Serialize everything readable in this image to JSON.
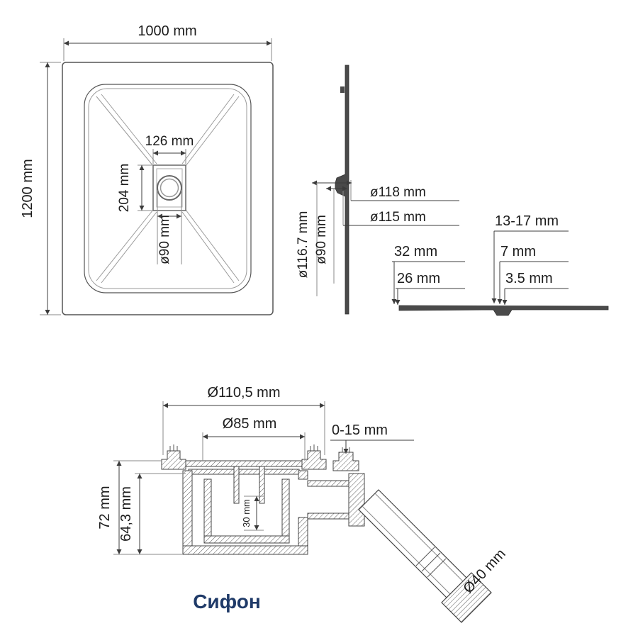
{
  "drawing_title": "shower tray and siphon technical drawing",
  "colors": {
    "line": "#3c3c3c",
    "profile_fill": "#4a4a4a",
    "caption": "#1f3a68"
  },
  "top_view": {
    "width": "1000 mm",
    "height": "1200 mm",
    "drain_width": "126 mm",
    "drain_height": "204 mm",
    "drain_diameter": "ø90 mm"
  },
  "side_view": {
    "flange_outer": "ø118 mm",
    "flange_inner": "ø115 mm",
    "recess": "ø116.7 mm",
    "hole": "ø90 mm"
  },
  "edge_view": {
    "range": "13-17 mm",
    "lip": "7 mm",
    "thickness_min": "3.5 mm",
    "height": "32 mm",
    "base": "26 mm"
  },
  "siphon": {
    "outer_diameter": "Ø110,5 mm",
    "inner_diameter": "Ø85 mm",
    "adjust": "0-15 mm",
    "height_total": "72 mm",
    "height_body": "64,3 mm",
    "seal": "30 mm",
    "outlet": "Ø40 mm",
    "caption": "Сифон"
  }
}
